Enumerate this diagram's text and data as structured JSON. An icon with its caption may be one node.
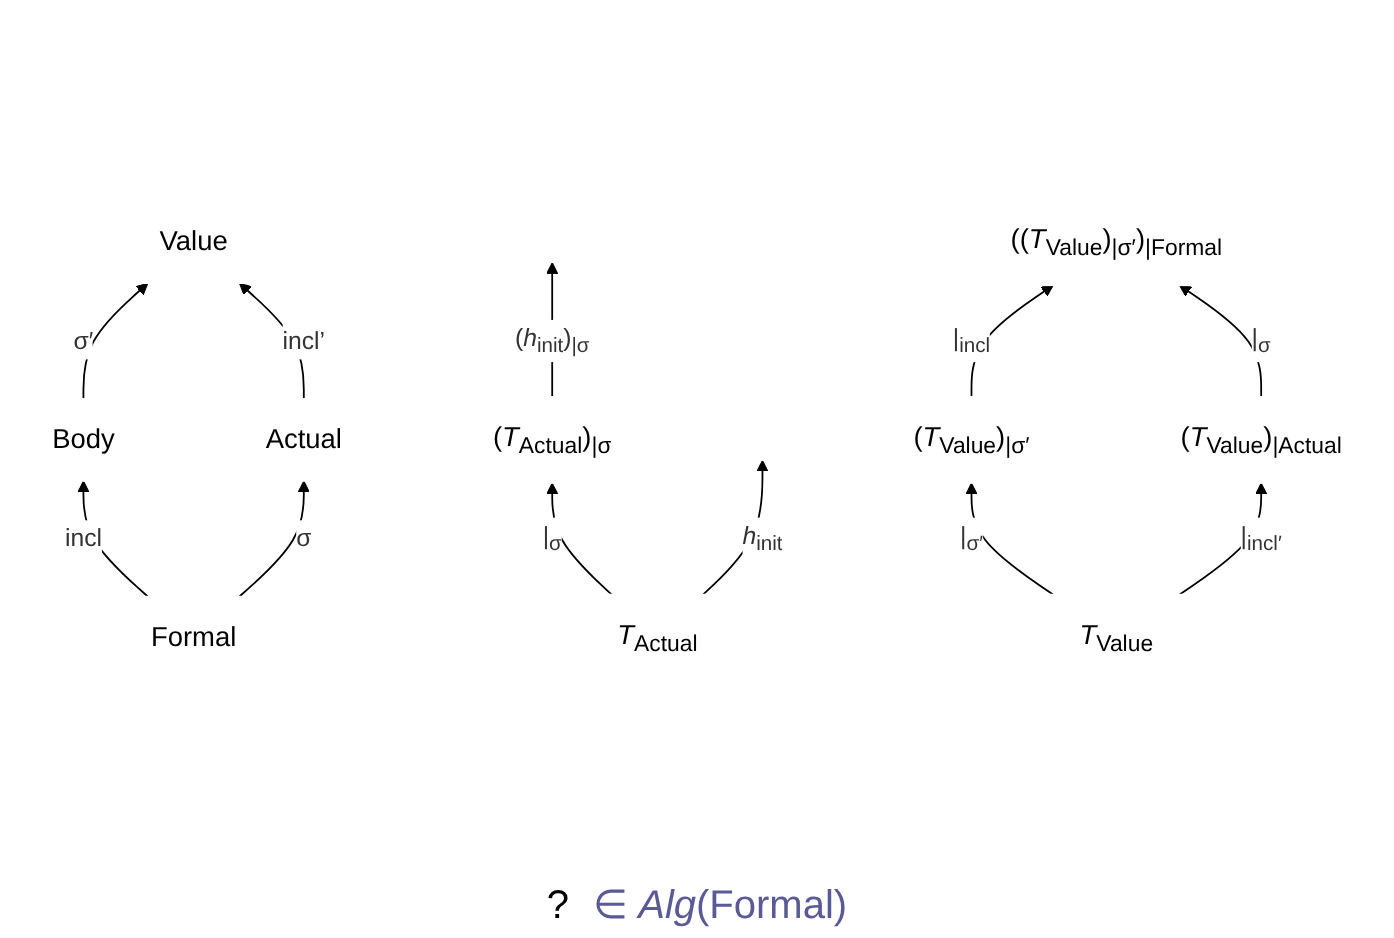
{
  "diagram": {
    "nodes": [
      {
        "text": [
          "((*T*$_{Value}$)$_{|σ′}$)$_{|Formal}$"
        ]
      },
      {
        "text": [
          "(*T*$_{Value}$)$_{|σ′}$"
        ]
      },
      {
        "text": [
          "(*T*$_{Actual}$)$_{|σ}$"
        ]
      },
      {
        "text": [
          "Formal"
        ]
      },
      {
        "text": [
          "Body"
        ]
      },
      {
        "text": [
          "Actual"
        ]
      },
      {
        "text": [
          "Value"
        ]
      },
      {
        "text": [
          "*T*$_{Actual}$"
        ]
      },
      {
        "text": [
          "(*T*$_{Value}$)$_{|Actual}$"
        ]
      },
      {
        "text": [
          "*T*$_{Value}$"
        ]
      }
    ],
    "edges": [
      {
        "from": 1,
        "to": 0,
        "arrow": "to",
        "label": "|$_{incl}$"
      },
      {
        "from": 8,
        "to": 0,
        "arrow": "to",
        "label": "|$_{σ}$"
      },
      {
        "from": 9,
        "to": 1,
        "arrow": "to",
        "label": "|$_{σ′}$"
      },
      {
        "from": 2,
        "to": null,
        "arrow": "to",
        "label": "(*h*$_{init}$)$_{|σ}$"
      },
      {
        "from": 3,
        "to": 4,
        "arrow": "to",
        "label": "incl"
      },
      {
        "from": 3,
        "to": 5,
        "arrow": "to",
        "label": "σ"
      },
      {
        "from": 4,
        "to": 6,
        "arrow": "to",
        "label": "σ′"
      },
      {
        "from": 5,
        "to": 6,
        "arrow": "to",
        "label": "incl’"
      },
      {
        "from": 7,
        "to": 2,
        "arrow": "to",
        "label": "|$_{σ}$"
      },
      {
        "from": 7,
        "to": null,
        "arrow": "to",
        "label": "*h*$_{init}$"
      },
      {
        "from": 9,
        "to": 8,
        "arrow": "to",
        "label": "|$_{incl′}$"
      }
    ],
    "labels": [
      "?",
      "∈ *Alg*(Formal)"
    ]
  }
}
